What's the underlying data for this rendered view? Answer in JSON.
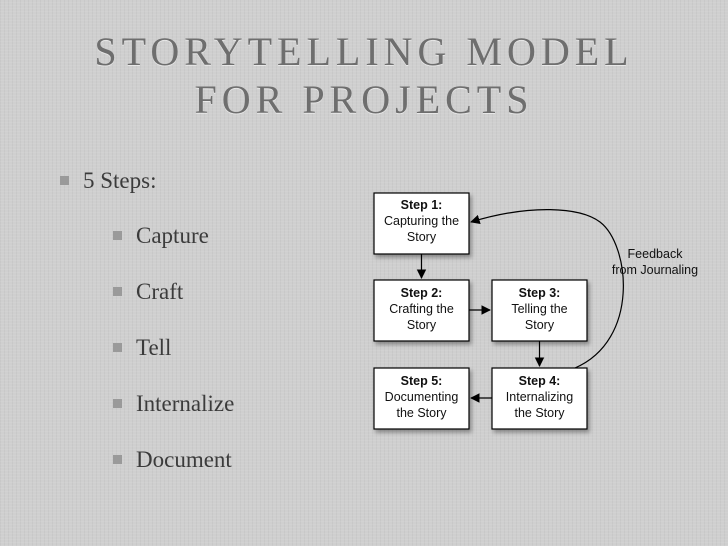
{
  "title": {
    "line1": "STORYTELLING MODEL",
    "line2": "FOR PROJECTS"
  },
  "bullet": {
    "label": "5 Steps:"
  },
  "sub_items": [
    "Capture",
    "Craft",
    "Tell",
    "Internalize",
    "Document"
  ],
  "steps": [
    {
      "title": "Step 1:",
      "lines": [
        "Capturing the",
        "Story"
      ]
    },
    {
      "title": "Step 2:",
      "lines": [
        "Crafting the",
        "Story"
      ]
    },
    {
      "title": "Step 3:",
      "lines": [
        "Telling the",
        "Story"
      ]
    },
    {
      "title": "Step 4:",
      "lines": [
        "Internalizing",
        "the Story"
      ]
    },
    {
      "title": "Step 5:",
      "lines": [
        "Documenting",
        "the Story"
      ]
    }
  ],
  "feedback": {
    "lines": [
      "Feedback",
      "from Journaling"
    ]
  },
  "colors": {
    "title": "#6e6e6e",
    "text": "#3b3b3b",
    "bullet": "#9a9a9a",
    "box_fill": "#ffffff",
    "box_stroke": "#000000"
  }
}
